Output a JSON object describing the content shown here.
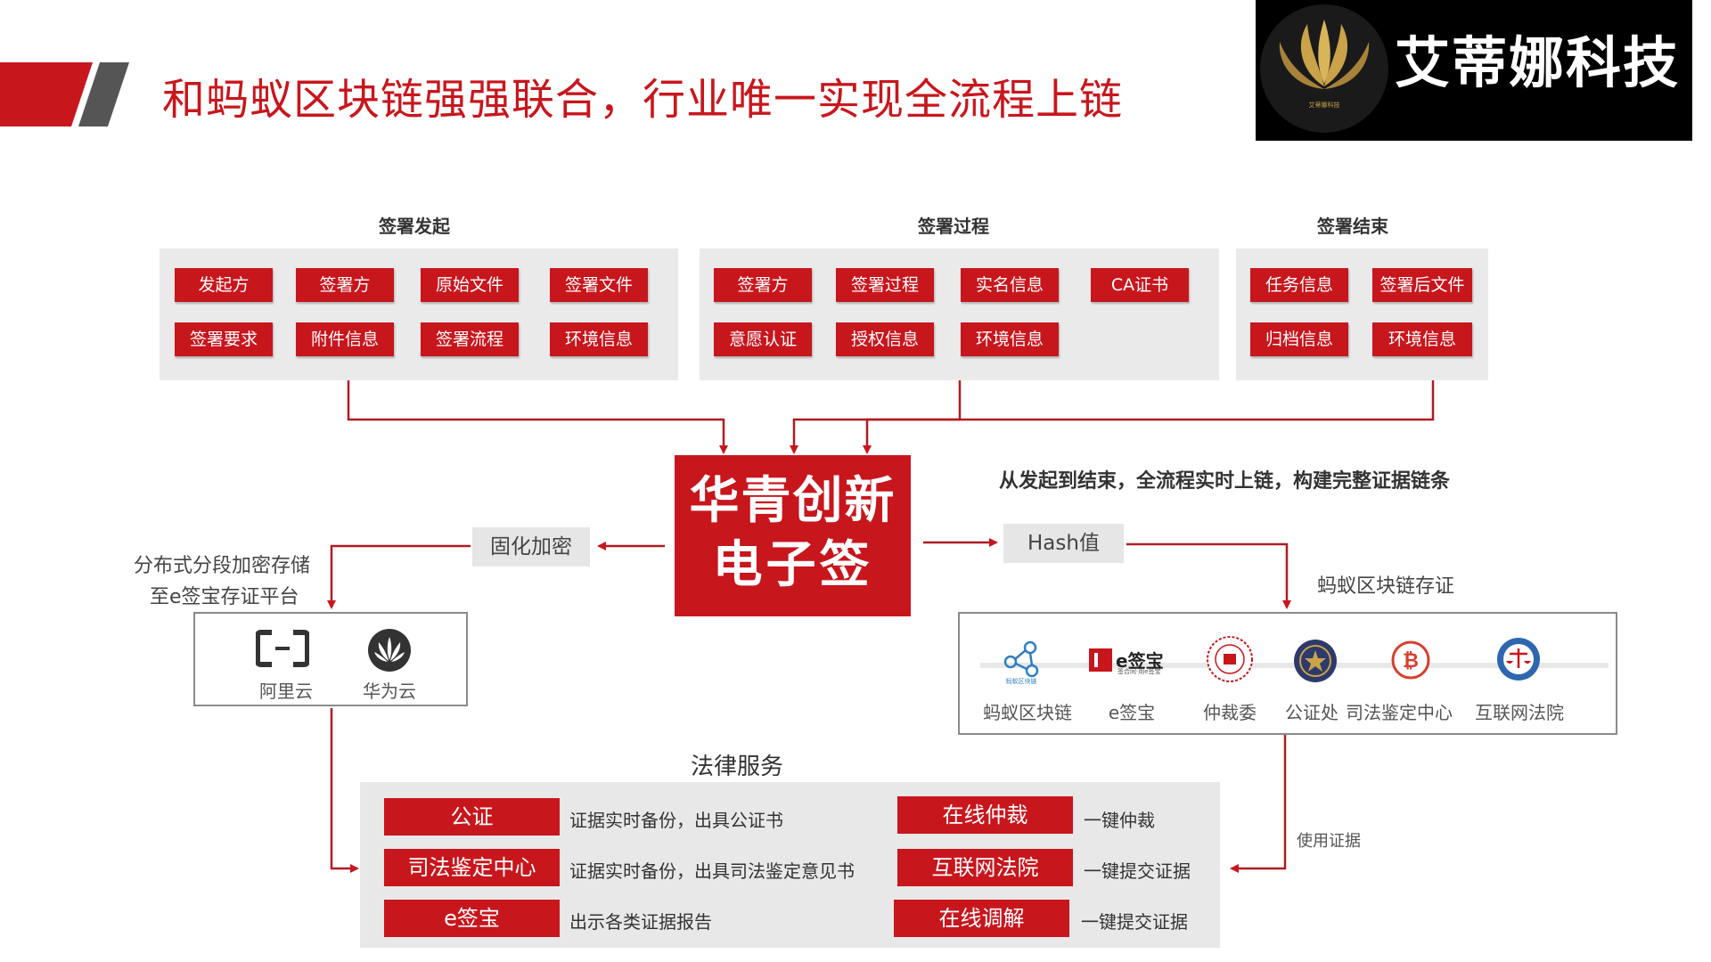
{
  "header": {
    "title": "和蚂蚁区块链强强联合，行业唯一实现全流程上链",
    "logo_name": "艾蒂娜科技",
    "logo_small_text": "艾蒂娜科技"
  },
  "groups": {
    "start": {
      "title": "签署发起",
      "items": [
        "发起方",
        "签署方",
        "原始文件",
        "签署文件",
        "签署要求",
        "附件信息",
        "签署流程",
        "环境信息"
      ]
    },
    "process": {
      "title": "签署过程",
      "items": [
        "签署方",
        "签署过程",
        "实名信息",
        "CA证书",
        "意愿认证",
        "授权信息",
        "环境信息"
      ]
    },
    "end": {
      "title": "签署结束",
      "items": [
        "任务信息",
        "签署后文件",
        "归档信息",
        "环境信息"
      ]
    }
  },
  "center": {
    "line1": "华青创新",
    "line2": "电子签"
  },
  "note": "从发起到结束，全流程实时上链，构建完整证据链条",
  "left": {
    "label": "固化加密",
    "storage_line1": "分布式分段加密存储",
    "storage_line2": "至e签宝存证平台",
    "clouds": [
      "阿里云",
      "华为云"
    ]
  },
  "right": {
    "label": "Hash值",
    "chain_title": "蚂蚁区块链存证",
    "logo_esign": "e签宝",
    "logo_esign_sub": "签合同·用e签宝",
    "logo_antchain": "蚂蚁区块链",
    "institutions": [
      "蚂蚁区块链",
      "e签宝",
      "仲裁委",
      "公证处",
      "司法鉴定中心",
      "互联网法院"
    ],
    "use_label": "使用证据"
  },
  "legal": {
    "title": "法律服务",
    "rows": [
      {
        "tag": "公证",
        "desc": "证据实时备份，出具公证书"
      },
      {
        "tag": "司法鉴定中心",
        "desc": "证据实时备份，出具司法鉴定意见书"
      },
      {
        "tag": "e签宝",
        "desc": "出示各类证据报告"
      },
      {
        "tag": "在线仲裁",
        "desc": "一键仲裁"
      },
      {
        "tag": "互联网法院",
        "desc": "一键提交证据"
      },
      {
        "tag": "在线调解",
        "desc": "一键提交证据"
      }
    ]
  },
  "colors": {
    "accent": "#c8161d",
    "panel": "#eaeaea",
    "dark": "#333333"
  }
}
